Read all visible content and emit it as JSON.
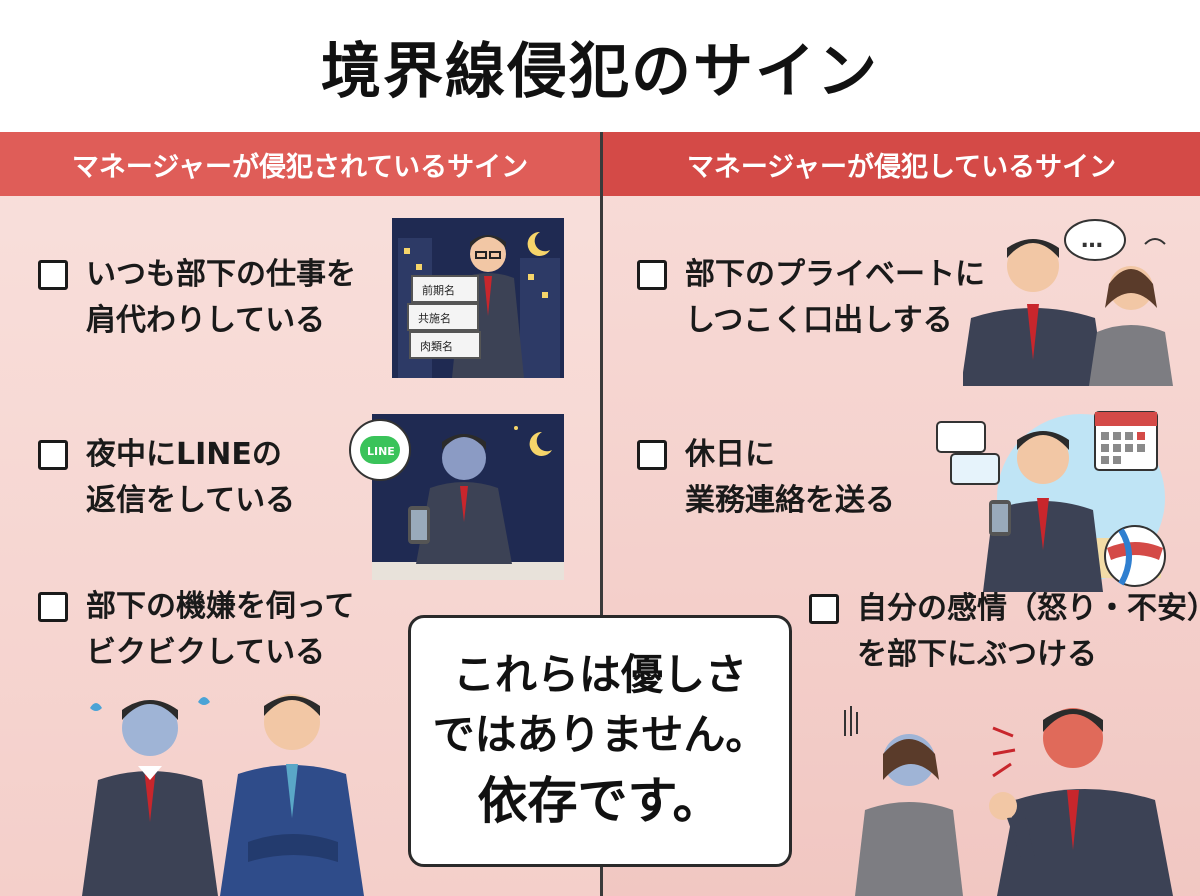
{
  "title": "境界線侵犯のサイン",
  "left_panel": {
    "header": "マネージャーが侵犯されているサイン",
    "items": [
      {
        "line1": "いつも部下の仕事を",
        "line2": "肩代わりしている"
      },
      {
        "line1": "夜中にLINEの",
        "line2": "返信をしている"
      },
      {
        "line1": "部下の機嫌を伺って",
        "line2": "ビクビクしている"
      }
    ],
    "folder_labels": [
      "前期名",
      "共施名",
      "肉類名"
    ],
    "app_badge": "LINE"
  },
  "right_panel": {
    "header": "マネージャーが侵犯しているサイン",
    "items": [
      {
        "line1": "部下のプライベートに",
        "line2": "しつこく口出しする"
      },
      {
        "line1": "休日に",
        "line2": "業務連絡を送る"
      },
      {
        "line1": "自分の感情（怒り・不安）",
        "line2": "を部下にぶつける"
      }
    ],
    "speech_bubble": "…"
  },
  "callout": {
    "line1": "これらは優しさ",
    "line2": "ではありません。",
    "line3": "依存です。"
  },
  "colors": {
    "left_header": "#df5d58",
    "right_header": "#d44a47",
    "panel_bg": "#f9e0dc",
    "suit": "#3c4255",
    "tie": "#c8262c"
  }
}
